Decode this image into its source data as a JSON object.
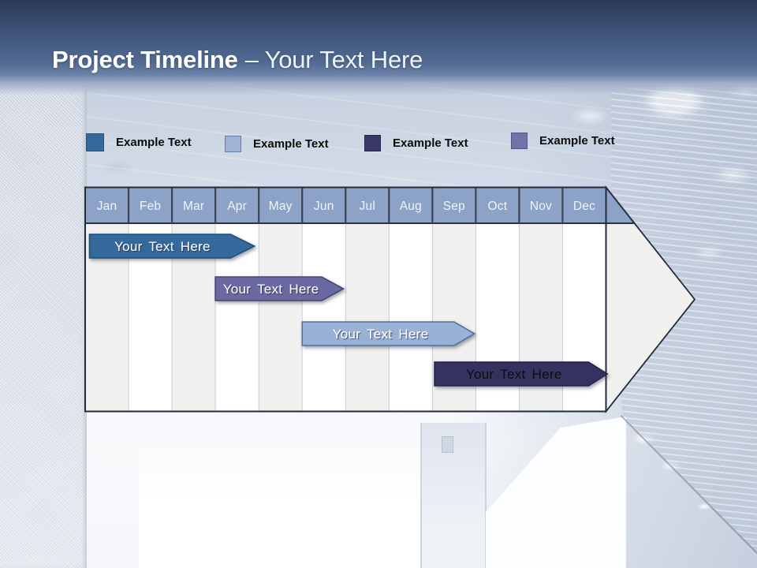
{
  "title": {
    "bold": "Project Timeline",
    "light": "– Your Text Here"
  },
  "legend": {
    "items": [
      {
        "label": "Example Text",
        "color": "#35699C",
        "border": "#26517D"
      },
      {
        "label": "Example Text",
        "color": "#9FB3D4",
        "border": "#647EA8"
      },
      {
        "label": "Example Text",
        "color": "#3A3864",
        "border": "#262450"
      },
      {
        "label": "Example Text",
        "color": "#7274A7",
        "border": "#54568A"
      }
    ]
  },
  "chart_data": {
    "type": "timeline",
    "months": [
      "Jan",
      "Feb",
      "Mar",
      "Apr",
      "May",
      "Jun",
      "Jul",
      "Aug",
      "Sep",
      "Oct",
      "Nov",
      "Dec"
    ],
    "header_fill": "#8CA2C6",
    "body_fill": "#F0F0EE",
    "column_alt_fill": "#FFFFFF",
    "bars": [
      {
        "label": "Your Text Here",
        "row": 0,
        "start_month": 0.1,
        "end_month": 3.35,
        "tip_month": 3.9,
        "fill": "#35699C",
        "stroke": "#1E4E7E",
        "text_color": "#FFFFFF",
        "text_shadow": true
      },
      {
        "label": "Your Text Here",
        "row": 1,
        "start_month": 3.0,
        "end_month": 5.45,
        "tip_month": 5.95,
        "fill": "#6A69A1",
        "stroke": "#454479",
        "text_color": "#FFFFFF",
        "text_shadow": true
      },
      {
        "label": "Your Text Here",
        "row": 2,
        "start_month": 5.0,
        "end_month": 8.5,
        "tip_month": 8.97,
        "fill": "#9AB1D6",
        "stroke": "#54719F",
        "text_color": "#FFFFFF",
        "text_shadow": true
      },
      {
        "label": "Your Text Here",
        "row": 3,
        "start_month": 8.05,
        "end_month": 11.6,
        "tip_month": 12.03,
        "fill": "#363360",
        "stroke": "#232048",
        "text_color": "#0B0B14",
        "text_shadow": false
      }
    ]
  }
}
